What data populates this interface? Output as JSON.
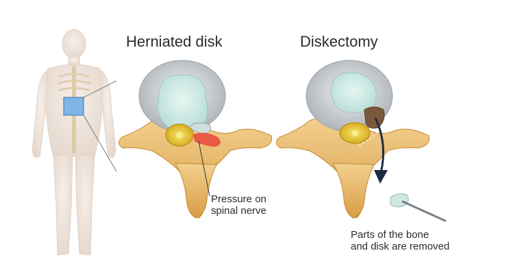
{
  "panels": {
    "left_title": "Herniated disk",
    "right_title": "Diskectomy"
  },
  "annotations": {
    "pressure_line1": "Pressure on",
    "pressure_line2": "spinal nerve",
    "removed_line1": "Parts of the bone",
    "removed_line2": "and disk are removed"
  },
  "colors": {
    "disk_outer": "#b9bec3",
    "disk_inner": "#cfe8e2",
    "bone": "#e9b865",
    "bone_dark": "#c98d32",
    "nerve": "#e6c72a",
    "inflamed": "#e8453a",
    "removed_part": "#7a5a3e",
    "arrow": "#1f2a44",
    "body": "#efe6df"
  }
}
